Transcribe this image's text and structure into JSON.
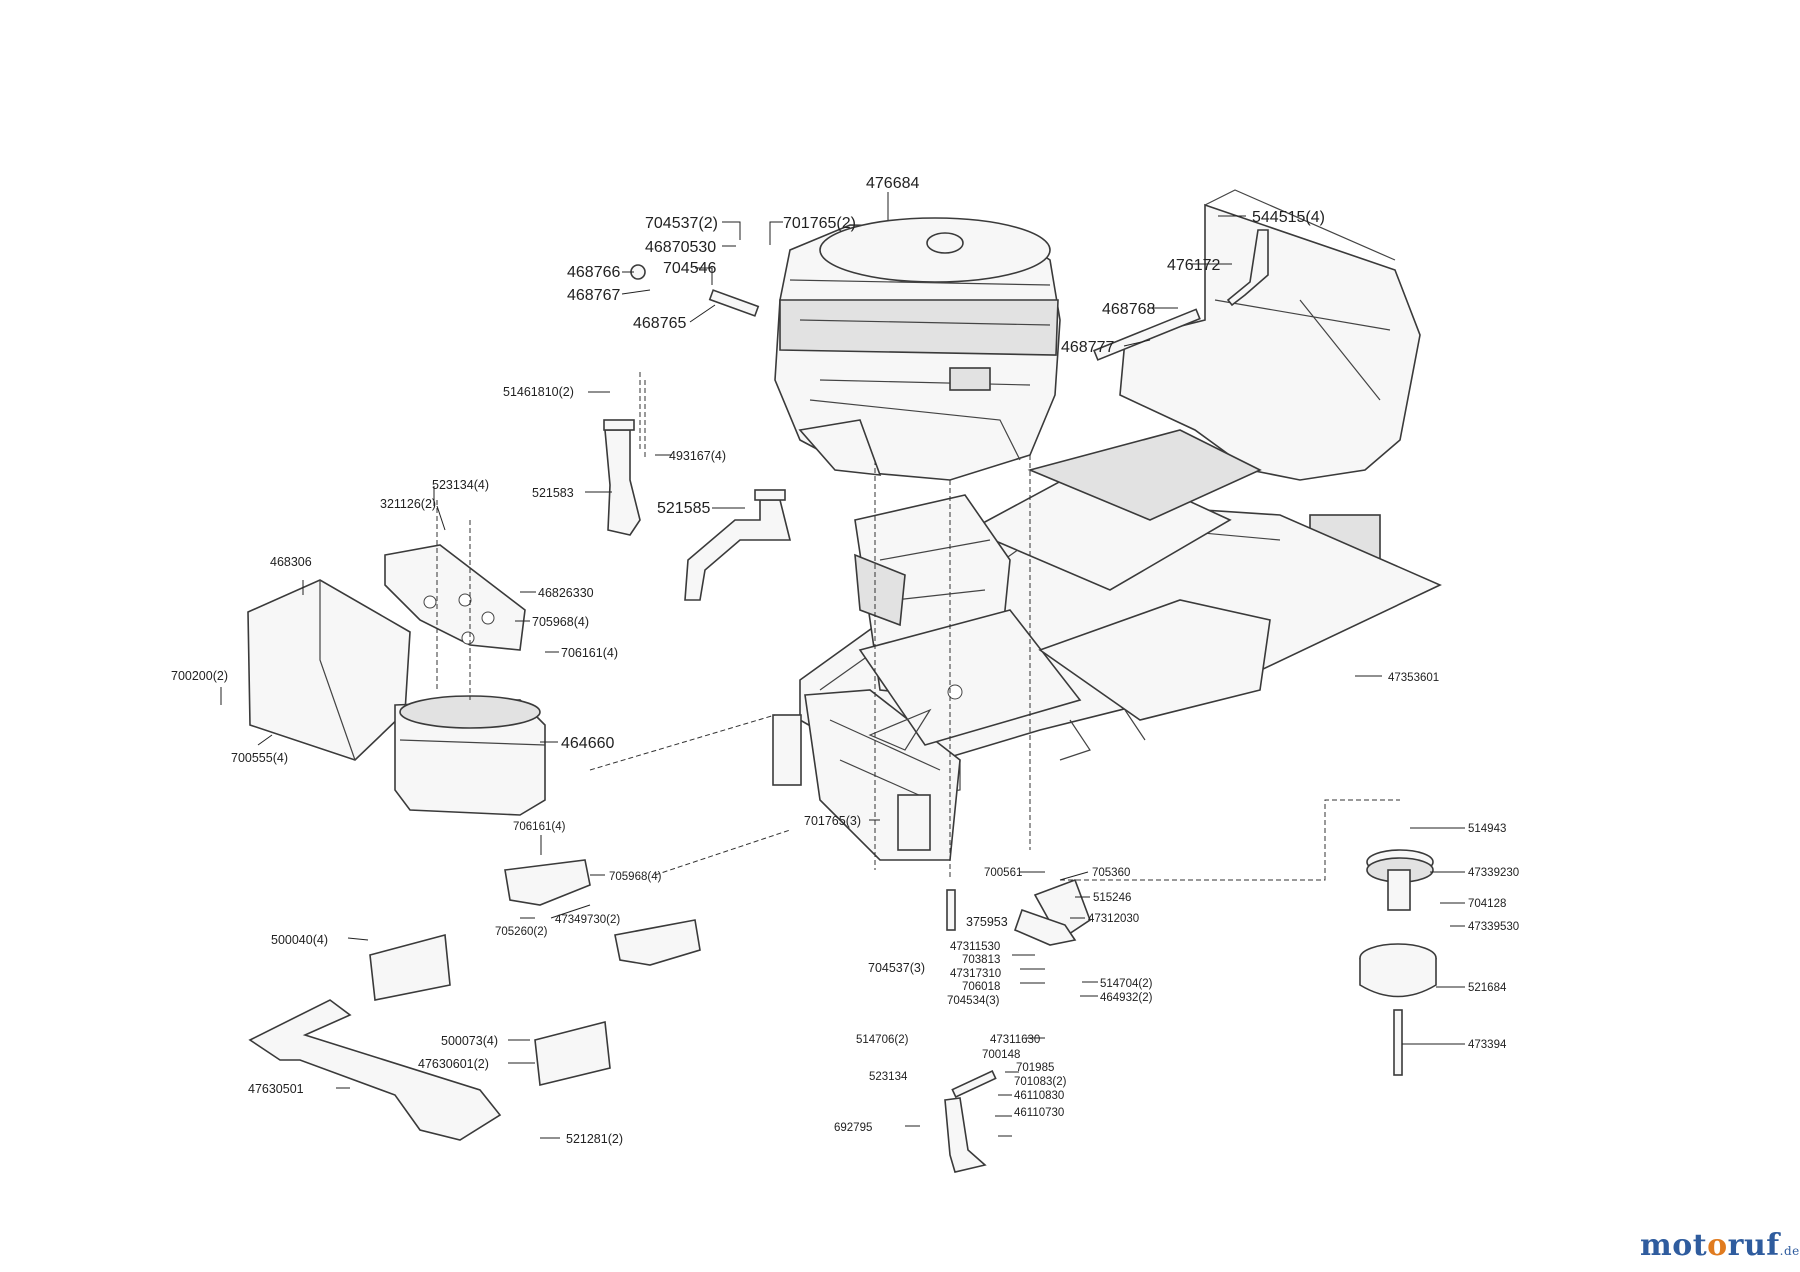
{
  "brand": {
    "part1": "mot",
    "part2": "o",
    "part3": "ruf",
    "tld": ".de"
  },
  "callouts": [
    "476684",
    "704537(2)",
    "701765(2)",
    "46870530",
    "704546",
    "468766",
    "468767",
    "468765",
    "544515(4)",
    "476172",
    "468768",
    "468777",
    "51461810(2)",
    "493167(4)",
    "521583",
    "521585",
    "523134(4)",
    "321126(2)",
    "468306",
    "46826330",
    "705968(4)",
    "706161(4)",
    "700200(2)",
    "700555(4)",
    "464660",
    "47353601",
    "701765(3)",
    "706161(4)",
    "705968(4)",
    "705260(2)",
    "47349730(2)",
    "500040(4)",
    "500073(4)",
    "47630601(2)",
    "47630501",
    "521281(2)",
    "700561",
    "705360",
    "515246",
    "375953",
    "47312030",
    "47311530",
    "703813",
    "704537(3)",
    "47317310",
    "706018",
    "704534(3)",
    "514704(2)",
    "464932(2)",
    "514706(2)",
    "47311630",
    "700148",
    "523134",
    "701985",
    "701083(2)",
    "46110830",
    "692795",
    "46110730",
    "514943",
    "47339230",
    "704128",
    "47339530",
    "521684",
    "473394"
  ]
}
